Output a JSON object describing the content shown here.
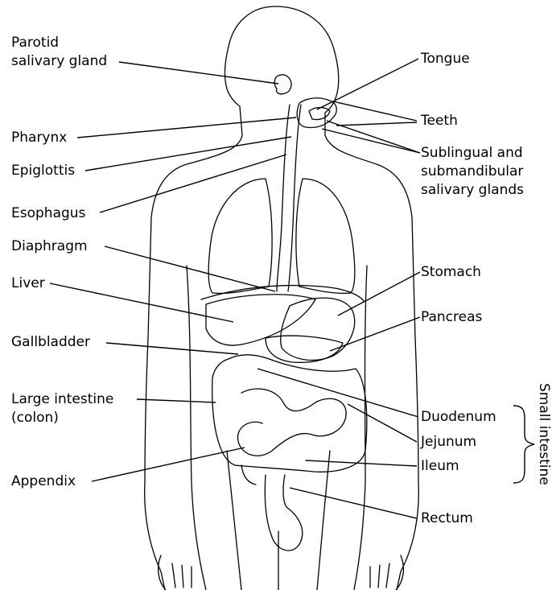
{
  "colors": {
    "outline": "#000000",
    "background": "#ffffff"
  },
  "labels": {
    "parotid": [
      "Parotid",
      "salivary gland"
    ],
    "pharynx": "Pharynx",
    "epiglottis": "Epiglottis",
    "esophagus": "Esophagus",
    "diaphragm": "Diaphragm",
    "liver": "Liver",
    "gallbladder": "Gallbladder",
    "large_intestine": [
      "Large intestine",
      "(colon)"
    ],
    "appendix": "Appendix",
    "tongue": "Tongue",
    "teeth": "Teeth",
    "sublingual": [
      "Sublingual and",
      "submandibular",
      "salivary glands"
    ],
    "stomach": "Stomach",
    "pancreas": "Pancreas",
    "duodenum": "Duodenum",
    "jejunum": "Jejunum",
    "ileum": "Ileum",
    "rectum": "Rectum",
    "small_intestine_group": "Small intestine"
  }
}
